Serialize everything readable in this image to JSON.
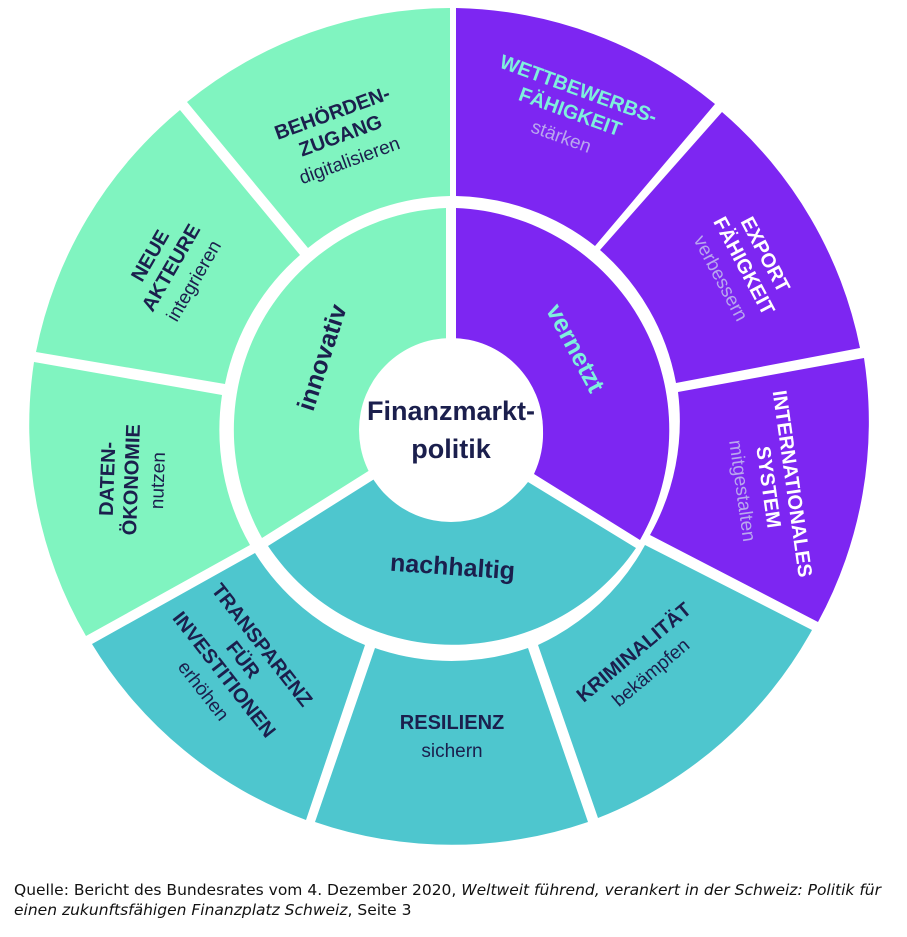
{
  "center": {
    "line1": "Finanzmarkt-",
    "line2": "politik"
  },
  "colors": {
    "purple": "#7d26f2",
    "mint": "#80f4c0",
    "teal": "#4ec6ce",
    "navy": "#1b1f4d",
    "purple_text_light": "#7ff0dc",
    "purple_text_sub": "#b9a7ee",
    "white": "#ffffff"
  },
  "inner_ring": {
    "innovativ": "innovativ",
    "vernetzt": "vernetzt",
    "nachhaltig": "nachhaltig"
  },
  "outer_segments": [
    {
      "id": "wettbewerb",
      "title": [
        "WETTBEWERBS-",
        "FÄHIGKEIT"
      ],
      "sub": "stärken"
    },
    {
      "id": "export",
      "title": [
        "EXPORT",
        "FÄHIGKEIT"
      ],
      "sub": "verbessern"
    },
    {
      "id": "international",
      "title": [
        "INTERNATIONALES",
        "SYSTEM"
      ],
      "sub": "mitgestalten"
    },
    {
      "id": "kriminalitaet",
      "title": [
        "KRIMINALITÄT"
      ],
      "sub": "bekämpfen"
    },
    {
      "id": "resilienz",
      "title": [
        "RESILIENZ"
      ],
      "sub": "sichern"
    },
    {
      "id": "transparenz",
      "title": [
        "TRANSPARENZ",
        "FÜR",
        "INVESTITIONEN"
      ],
      "sub": "erhöhen"
    },
    {
      "id": "daten",
      "title": [
        "DATEN-",
        "ÖKONOMIE"
      ],
      "sub": "nutzen"
    },
    {
      "id": "akteure",
      "title": [
        "NEUE",
        "AKTEURE"
      ],
      "sub": "integrieren"
    },
    {
      "id": "behoerden",
      "title": [
        "BEHÖRDEN-",
        "ZUGANG"
      ],
      "sub": "digitalisieren"
    }
  ],
  "caption": {
    "prefix": "Quelle: Bericht des Bundesrates vom 4. Dezember 2020, ",
    "italic": "Weltweit führend, verankert in der Schweiz: Politik für einen zukunftsfähigen Finanzplatz Schweiz",
    "suffix": ", Seite 3"
  }
}
